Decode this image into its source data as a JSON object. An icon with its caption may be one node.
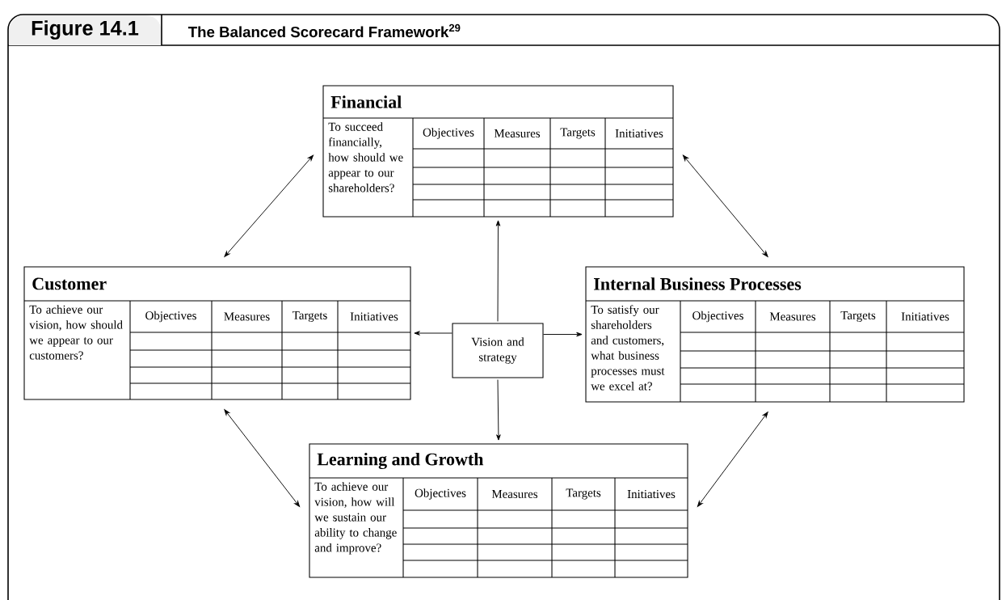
{
  "diagram": {
    "title": "The Balanced Scorecard Framework$^{29}$",
    "nodes": [
      {
        "text": [
          "Financial",
          "To succeed financially, how should we appear to our shareholders?",
          "Objectives",
          "Measures",
          "Targets",
          "Initiatives"
        ]
      },
      {
        "text": [
          "Customer",
          "To achieve our vision, how should we appear to our customers?",
          "Objectives",
          "Measures",
          "Targets",
          "Initiatives"
        ]
      },
      {
        "text": [
          "Vision and strategy"
        ]
      },
      {
        "text": [
          "Internal Business Processes",
          "To satisfy our shareholders and customers, what business processes must we excel at?",
          "Objectives",
          "Measures",
          "Targets",
          "Initiatives"
        ]
      },
      {
        "text": [
          "Learning and Growth",
          "To achieve our vision, how will we sustain our ability to change and improve?",
          "Objectives",
          "Measures",
          "Targets",
          "Initiatives"
        ]
      }
    ],
    "edges": [
      {
        "from": 2,
        "to": 0,
        "arrow": "to"
      },
      {
        "from": 2,
        "to": 1,
        "arrow": "to"
      },
      {
        "from": 2,
        "to": 3,
        "arrow": "to"
      },
      {
        "from": 2,
        "to": 4,
        "arrow": "to"
      },
      {
        "from": 0,
        "to": 1,
        "arrow": "both"
      },
      {
        "from": 0,
        "to": 3,
        "arrow": "both"
      },
      {
        "from": 1,
        "to": 4,
        "arrow": "both"
      },
      {
        "from": 3,
        "to": 4,
        "arrow": "both"
      }
    ],
    "labels": [
      "Figure 14.1"
    ]
  }
}
